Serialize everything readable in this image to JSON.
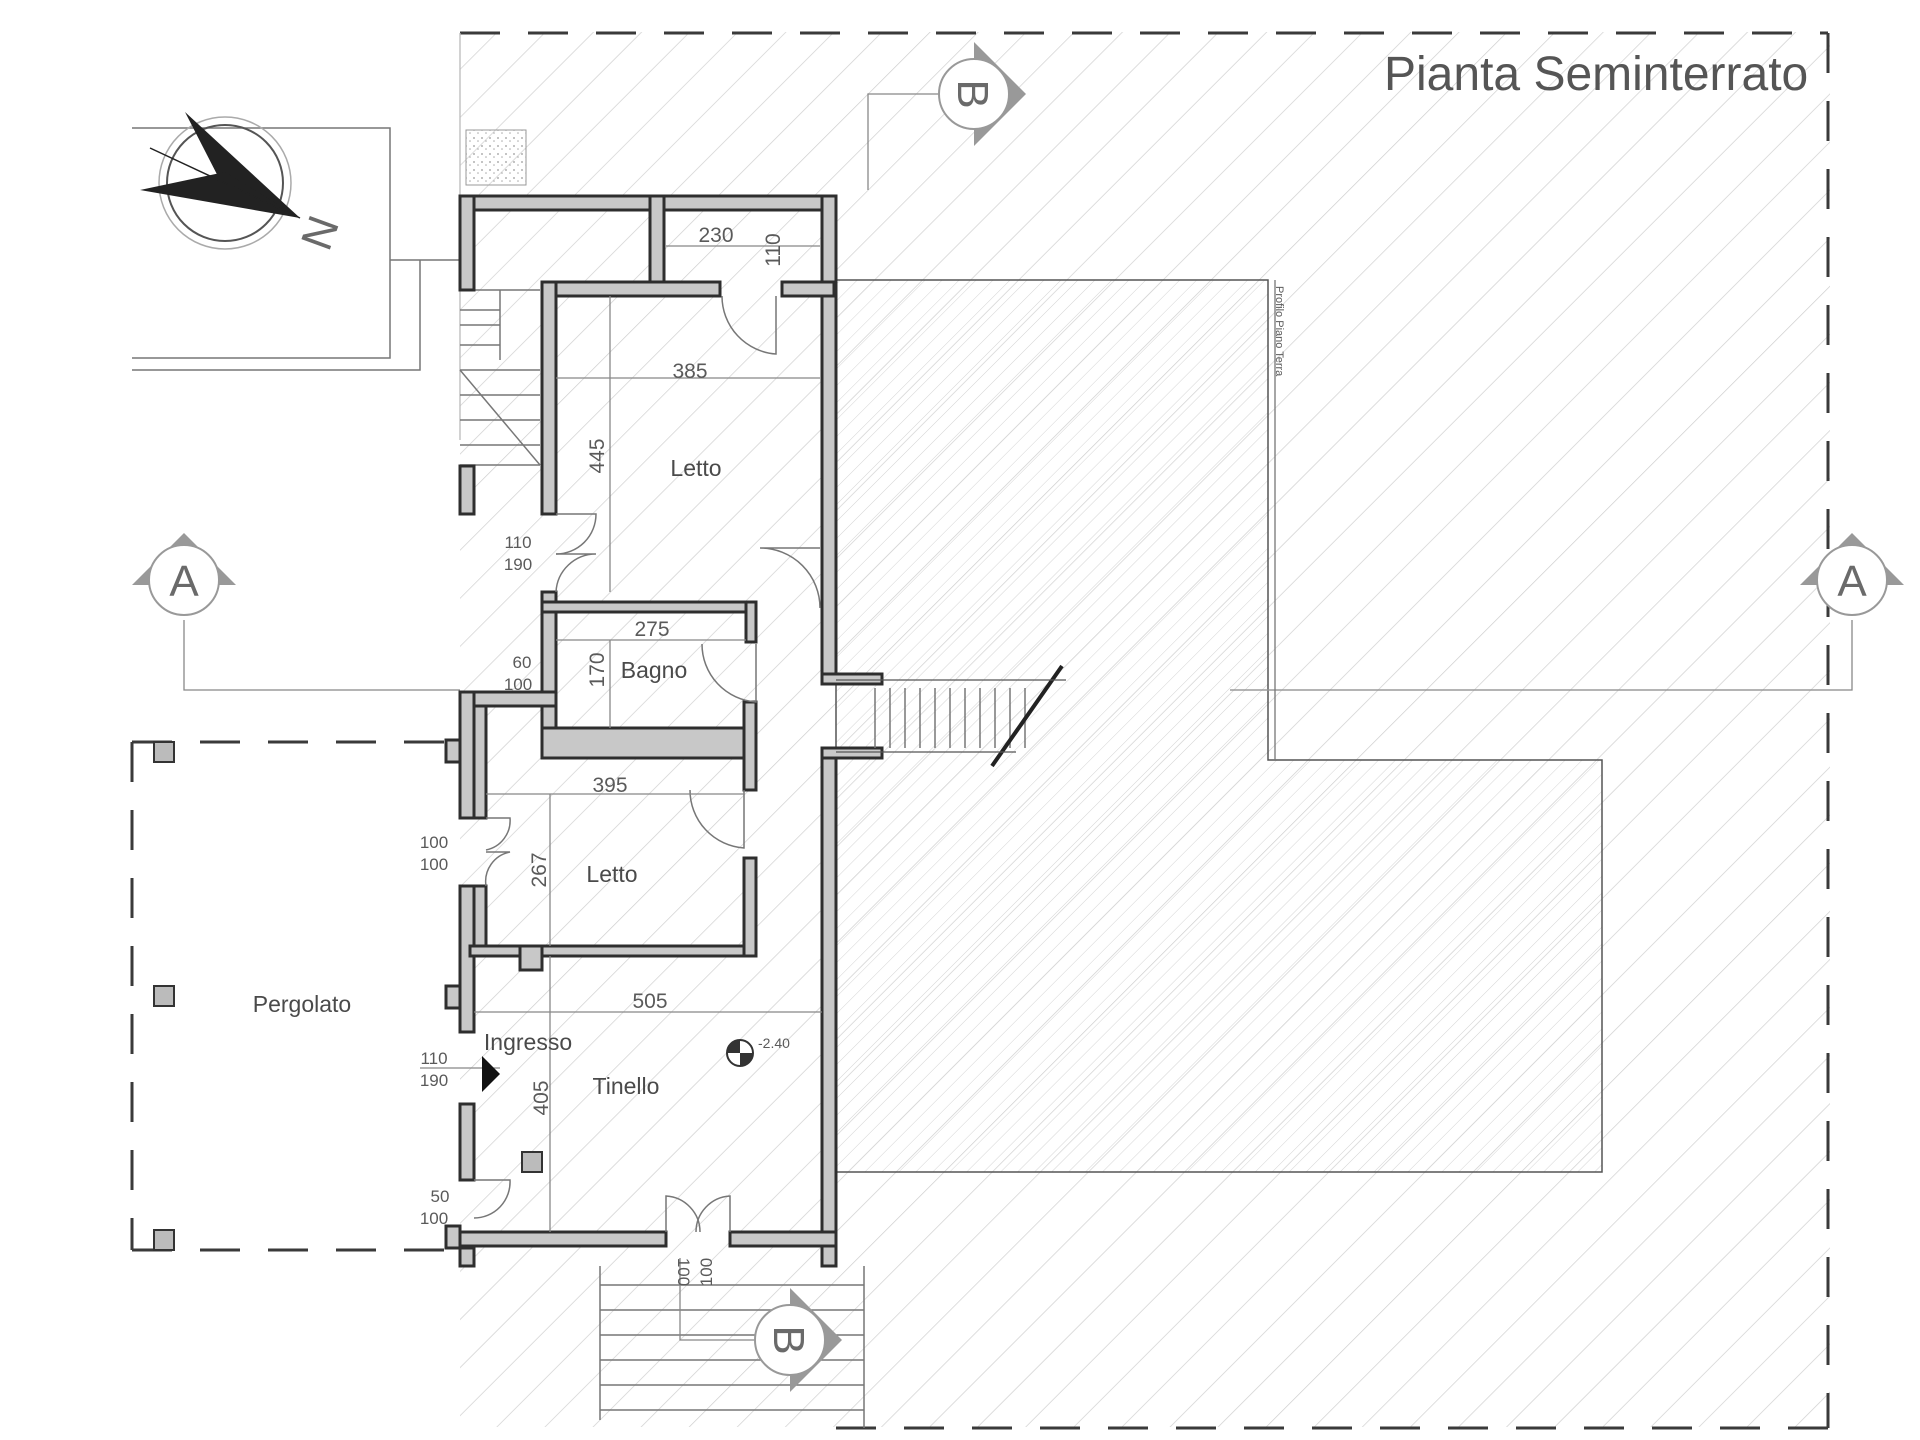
{
  "title": "Pianta Seminterrato",
  "rooms": {
    "letto_top": "Letto",
    "bagno": "Bagno",
    "letto_bottom": "Letto",
    "tinello": "Tinello",
    "ingresso": "Ingresso",
    "pergolato": "Pergolato"
  },
  "dimensions": {
    "d230": "230",
    "d110_top": "110",
    "d385": "385",
    "d445": "445",
    "d110_win1": "110",
    "d190_win1": "190",
    "d275": "275",
    "d170": "170",
    "d60": "60",
    "d100_bagno": "100",
    "d395": "395",
    "d100_win2a": "100",
    "d100_win2b": "100",
    "d267": "267",
    "d505": "505",
    "d110_door": "110",
    "d190_door": "190",
    "d405": "405",
    "d50": "50",
    "d100_win3": "100",
    "d100_bottom_a": "100",
    "d100_bottom_b": "100"
  },
  "level": "-2.40",
  "profile_label": "Profilo Piano Terra",
  "section_markers": {
    "a_left": "A",
    "a_right": "A",
    "b_top": "B",
    "b_bottom": "B"
  },
  "north_label": "N"
}
